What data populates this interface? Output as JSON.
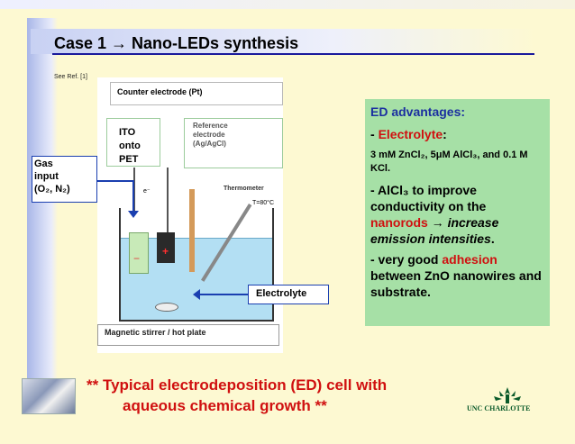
{
  "slide": {
    "title": "Case 1 → Nano-LEDs synthesis",
    "reference": "See Ref. [1]"
  },
  "diagram": {
    "counter_electrode_label": "Counter electrode (Pt)",
    "ito_label": "ITO\nonto\nPET",
    "reference_electrode_label": "Reference\nelectrode\n(Ag/AgCl)",
    "thermometer_label": "Thermometer",
    "temperature_label": "T=80°C",
    "electron_label": "e⁻",
    "minus_sign": "−",
    "plus_sign": "+",
    "hotplate_label": "Magnetic stirrer / hot plate",
    "gas_input_line1": "Gas",
    "gas_input_line2": "input",
    "gas_input_line3": "(O₂, N₂)",
    "electrolyte_label": "Electrolyte"
  },
  "advantages": {
    "title": "ED advantages:",
    "item1_prefix": "- ",
    "item1_highlight": "Electrolyte",
    "item1_suffix": ":",
    "detail": "3 mM ZnCl₂, 5μM AlCl₃, and 0.1 M KCl.",
    "item2_a": "- AlCl₃ to improve conductivity on the ",
    "item2_red": "nanorods",
    "item2_b": " → ",
    "item2_italic": "increase emission intensities",
    "item2_c": ".",
    "item3_a": "- very good ",
    "item3_red": "adhesion",
    "item3_b": " between ZnO nanowires and substrate."
  },
  "caption": {
    "line1": "** Typical electrodeposition (ED) cell with",
    "line2": "aqueous chemical growth **"
  },
  "logo": {
    "text": "UNC CHARLOTTE",
    "color": "#0a5a2a"
  },
  "colors": {
    "accent": "#1a3fb0",
    "highlight": "#d01010",
    "panel": "#a6e0a6",
    "background": "#fdf9d2"
  }
}
